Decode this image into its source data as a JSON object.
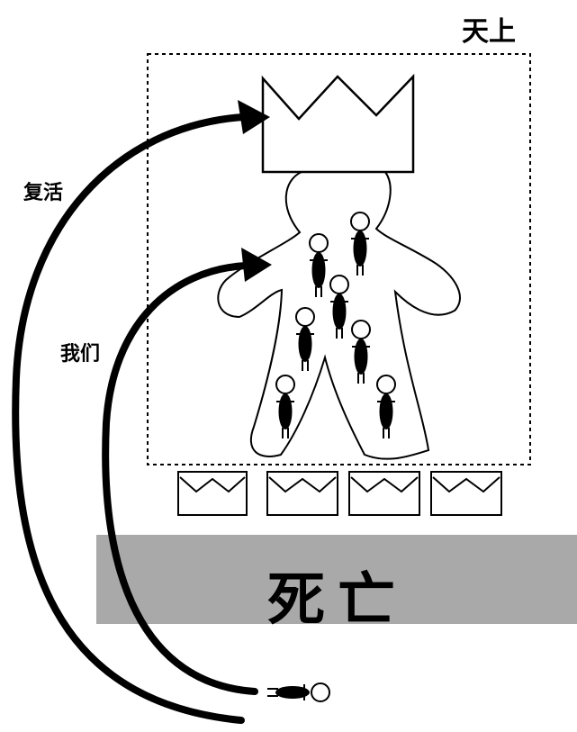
{
  "labels": {
    "heaven": "天上",
    "resurrection": "复活",
    "we": "我们",
    "death": "死亡"
  },
  "colors": {
    "ink": "#000000",
    "death_band": "#a9a9a9",
    "background": "#ffffff"
  },
  "icons": {
    "king_crown": "crown-icon",
    "small_crowns": "crown-icon",
    "body": "person-outline",
    "believers": "person-icon"
  },
  "counts": {
    "small_crowns": 4,
    "believers_in_body": 7
  }
}
